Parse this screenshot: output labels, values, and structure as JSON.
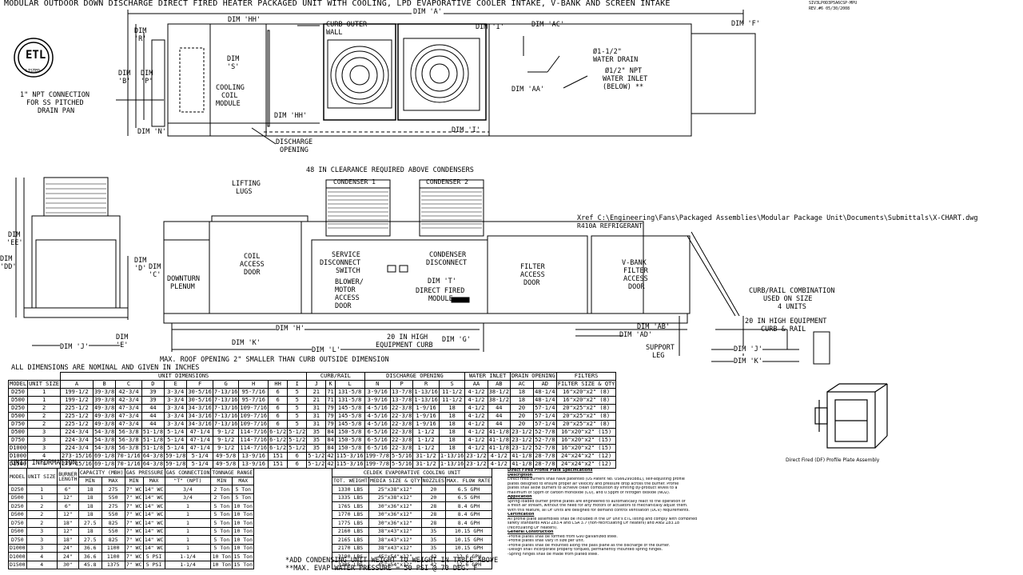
{
  "title": "MODULAR OUTDOOR DOWN DISCHARGE DIRECT FIRED HEATER PACKAGED UNIT WITH COOLING, LPD EVAPORATIVE COOLER INTAKE, V-BANK AND SCREEN INTAKE",
  "doc_code": "SIV3LP0D3P5A6CSP-MPU",
  "rev": "REV.#6 05/30/2008",
  "top_view": {
    "dim_a": "DIM 'A'",
    "dim_f": "DIM 'F'",
    "dim_hh": "DIM 'HH'",
    "curb_outer_wall": [
      "CURB OUTER",
      "WALL"
    ],
    "dim_i": "DIM 'I'",
    "dim_ac": "DIM 'AC'",
    "dim_r": [
      "DIM",
      "'R'"
    ],
    "dim_s": [
      "DIM",
      "'S'"
    ],
    "dim_b": [
      "DIM",
      "'B'"
    ],
    "dim_p": [
      "DIM",
      "'P'"
    ],
    "cooling_coil": [
      "COOLING",
      "COIL",
      "MODULE"
    ],
    "npt_connection": [
      "1\" NPT CONNECTION",
      "FOR SS PITCHED",
      "DRAIN PAN"
    ],
    "water_drain": [
      "Ø1-1/2\"",
      "WATER DRAIN"
    ],
    "water_inlet": [
      "Ø1/2\" NPT",
      "WATER INLET",
      "(BELOW) **"
    ],
    "dim_aa": "DIM 'AA'",
    "dim_n": "DIM 'N'",
    "dim_hh2": "DIM 'HH'",
    "discharge_opening": [
      "DISCHARGE",
      "OPENING"
    ],
    "dim_i2": "DIM 'I'"
  },
  "side_view": {
    "clearance": "48 IN CLEARANCE REQUIRED ABOVE CONDENSERS",
    "lifting_lugs": [
      "LIFTING",
      "LUGS"
    ],
    "condenser_1": "CONDENSER 1",
    "condenser_2": "CONDENSER 2",
    "xref": "Xref C:\\Engineering\\Fans\\Packaged Assemblies\\Modular Package Unit\\Documents\\Submittals\\X-CHART.dwg",
    "refrigerant": "R410A REFRIGERANT",
    "dim_ee": [
      "DIM",
      "'EE'"
    ],
    "dim_dd": [
      "DIM",
      "'DD'"
    ],
    "dim_d": [
      "DIM",
      "'D'"
    ],
    "dim_c": [
      "DIM",
      "'C'"
    ],
    "downturn": [
      "DOWNTURN",
      "PLENUM"
    ],
    "coil_access": [
      "COIL",
      "ACCESS",
      "DOOR"
    ],
    "service_disconnect": [
      "SERVICE",
      "DISCONNECT",
      "SWITCH"
    ],
    "condenser_disconnect": [
      "CONDENSER",
      "DISCONNECT"
    ],
    "blower_motor": [
      "BLOWER/",
      "MOTOR",
      "ACCESS",
      "DOOR"
    ],
    "dim_t": "DIM 'T'",
    "df_module": [
      "DIRECT FIRED",
      "MODULE"
    ],
    "filter_access": [
      "FILTER",
      "ACCESS",
      "DOOR"
    ],
    "vbank": [
      "V-BANK",
      "FILTER",
      "ACCESS",
      "DOOR"
    ],
    "curb_rail": [
      "CURB/RAIL COMBINATION",
      "USED ON SIZE",
      "4 UNITS"
    ],
    "dim_h": "DIM 'H'",
    "dim_ab": "DIM 'AB'",
    "dim_ad": "DIM 'AD'",
    "equip_curb": [
      "20 IN HIGH",
      "EQUIPMENT CURB"
    ],
    "dim_g": "DIM 'G'",
    "dim_j": "DIM 'J'",
    "dim_e": [
      "DIM",
      "'E'"
    ],
    "dim_k": "DIM 'K'",
    "dim_l": "DIM 'L'",
    "support_leg": [
      "SUPPORT",
      "LEG"
    ],
    "equip_rail": [
      "20 IN HIGH EQUIPMENT",
      "CURB & RAIL"
    ],
    "dim_j2": "DIM 'J'",
    "dim_k2": "DIM 'K'",
    "max_roof": "MAX. ROOF OPENING 2\" SMALLER THAN CURB OUTSIDE DIMENSION"
  },
  "nominal_note": "ALL DIMENSIONS ARE NOMINAL AND GIVEN IN INCHES",
  "dim_table": {
    "group_unit": "UNIT DIMENSIONS",
    "group_curb": "CURB/RAIL",
    "group_discharge": "DISCHARGE OPENING",
    "group_water": "WATER INLET",
    "group_drain": "DRAIN OPENING",
    "group_filters": "FILTERS",
    "headers": [
      "MODEL",
      "UNIT SIZE",
      "A",
      "B",
      "C",
      "D",
      "E",
      "F",
      "G",
      "H",
      "HH",
      "I",
      "J",
      "K",
      "L",
      "N",
      "P",
      "R",
      "S",
      "AA",
      "AB",
      "AC",
      "AD",
      "FILTER SIZE & QTY"
    ],
    "rows": [
      [
        "D250",
        "1",
        "199-1/2",
        "39-3/8",
        "42-3/4",
        "39",
        "3-3/4",
        "30-5/16",
        "7-13/16",
        "95-7/16",
        "6",
        "5",
        "21",
        "71",
        "131-5/8",
        "3-9/16",
        "13-7/8",
        "1-13/16",
        "11-1/2",
        "4-1/2",
        "38-1/2",
        "18",
        "48-1/4",
        "16\"x20\"x2\" (8)"
      ],
      [
        "D500",
        "1",
        "199-1/2",
        "39-3/8",
        "42-3/4",
        "39",
        "3-3/4",
        "30-5/16",
        "7-13/16",
        "95-7/16",
        "6",
        "5",
        "21",
        "71",
        "131-5/8",
        "3-9/16",
        "13-7/8",
        "1-13/16",
        "11-1/2",
        "4-1/2",
        "38-1/2",
        "18",
        "48-1/4",
        "16\"x20\"x2\" (8)"
      ],
      [
        "D250",
        "2",
        "225-1/2",
        "49-3/8",
        "47-3/4",
        "44",
        "3-3/4",
        "34-3/16",
        "7-13/16",
        "109-7/16",
        "6",
        "5",
        "31",
        "79",
        "145-5/8",
        "4-5/16",
        "22-3/8",
        "1-9/16",
        "18",
        "4-1/2",
        "44",
        "20",
        "57-1/4",
        "20\"x25\"x2\" (8)"
      ],
      [
        "D500",
        "2",
        "225-1/2",
        "49-3/8",
        "47-3/4",
        "44",
        "3-3/4",
        "34-3/16",
        "7-13/16",
        "109-7/16",
        "6",
        "5",
        "31",
        "79",
        "145-5/8",
        "4-5/16",
        "22-3/8",
        "1-9/16",
        "18",
        "4-1/2",
        "44",
        "20",
        "57-1/4",
        "20\"x25\"x2\" (8)"
      ],
      [
        "D750",
        "2",
        "225-1/2",
        "49-3/8",
        "47-3/4",
        "44",
        "3-3/4",
        "34-3/16",
        "7-13/16",
        "109-7/16",
        "6",
        "5",
        "31",
        "79",
        "145-5/8",
        "4-5/16",
        "22-3/8",
        "1-9/16",
        "18",
        "4-1/2",
        "44",
        "20",
        "57-1/4",
        "20\"x25\"x2\" (8)"
      ],
      [
        "D500",
        "3",
        "224-3/4",
        "54-3/8",
        "56-3/8",
        "51-1/8",
        "5-1/4",
        "47-1/4",
        "9-1/2",
        "114-7/16",
        "6-1/2",
        "5-1/2",
        "35",
        "84",
        "150-5/8",
        "6-5/16",
        "22-3/8",
        "1-1/2",
        "18",
        "4-1/2",
        "41-1/8",
        "23-1/2",
        "52-7/8",
        "16\"x20\"x2\" (15)"
      ],
      [
        "D750",
        "3",
        "224-3/4",
        "54-3/8",
        "56-3/8",
        "51-1/8",
        "5-1/4",
        "47-1/4",
        "9-1/2",
        "114-7/16",
        "6-1/2",
        "5-1/2",
        "35",
        "84",
        "150-5/8",
        "6-5/16",
        "22-3/8",
        "1-1/2",
        "18",
        "4-1/2",
        "41-1/8",
        "23-1/2",
        "52-7/8",
        "16\"x20\"x2\" (15)"
      ],
      [
        "D1000",
        "3",
        "224-3/4",
        "54-3/8",
        "56-3/8",
        "51-1/8",
        "5-1/4",
        "47-1/4",
        "9-1/2",
        "114-7/16",
        "6-1/2",
        "5-1/2",
        "35",
        "84",
        "150-5/8",
        "6-5/16",
        "22-3/8",
        "1-1/2",
        "18",
        "4-1/2",
        "41-1/8",
        "23-1/2",
        "52-7/8",
        "16\"x20\"x2\" (15)"
      ],
      [
        "D1000",
        "4",
        "273-15/16",
        "69-1/8",
        "70-1/16",
        "64-3/8",
        "59-1/8",
        "5-1/4",
        "49-5/8",
        "13-9/16",
        "151",
        "6",
        "5-1/2",
        "42",
        "115-3/16",
        "199-7/8",
        "5-5/16",
        "31-1/2",
        "1-13/16",
        "23-1/2",
        "4-1/2",
        "41-1/8",
        "28-7/8",
        "24\"x24\"x2\" (12)"
      ],
      [
        "D1500",
        "4",
        "273-15/16",
        "69-1/8",
        "70-1/16",
        "64-3/8",
        "59-1/8",
        "5-1/4",
        "49-5/8",
        "13-9/16",
        "151",
        "6",
        "5-1/2",
        "42",
        "115-3/16",
        "199-7/8",
        "5-5/16",
        "31-1/2",
        "1-13/16",
        "23-1/2",
        "4-1/2",
        "41-1/8",
        "28-7/8",
        "24\"x24\"x2\" (12)"
      ]
    ]
  },
  "unit_info": {
    "title": "UNIT INFORMATION",
    "headers": [
      "MODEL",
      "UNIT SIZE",
      "BURNER LENGTH",
      "CAPACITY (MBH)",
      "GAS PRESSURE",
      "GAS CONNECTION",
      "TONNAGE RANGE"
    ],
    "sub": [
      "MIN",
      "MAX",
      "MIN",
      "MAX",
      "\"T\" (NPT)",
      "MIN",
      "MAX"
    ],
    "rows": [
      [
        "D250",
        "1",
        "6\"",
        "18",
        "275",
        "7\" WC",
        "14\" WC",
        "3/4",
        "2 Ton",
        "5 Ton"
      ],
      [
        "D500",
        "1",
        "12\"",
        "18",
        "550",
        "7\" WC",
        "14\" WC",
        "3/4",
        "2 Ton",
        "5 Ton"
      ],
      [
        "D250",
        "2",
        "6\"",
        "18",
        "275",
        "7\" WC",
        "14\" WC",
        "1",
        "5 Ton",
        "10 Ton"
      ],
      [
        "D500",
        "2",
        "12\"",
        "18",
        "550",
        "7\" WC",
        "14\" WC",
        "1",
        "5 Ton",
        "10 Ton"
      ],
      [
        "D750",
        "2",
        "18\"",
        "27.5",
        "825",
        "7\" WC",
        "14\" WC",
        "1",
        "5 Ton",
        "10 Ton"
      ],
      [
        "D500",
        "3",
        "12\"",
        "18",
        "550",
        "7\" WC",
        "14\" WC",
        "1",
        "5 Ton",
        "10 Ton"
      ],
      [
        "D750",
        "3",
        "18\"",
        "27.5",
        "825",
        "7\" WC",
        "14\" WC",
        "1",
        "5 Ton",
        "10 Ton"
      ],
      [
        "D1000",
        "3",
        "24\"",
        "36.6",
        "1100",
        "7\" WC",
        "14\" WC",
        "1",
        "5 Ton",
        "10 Ton"
      ],
      [
        "D1000",
        "4",
        "24\"",
        "36.6",
        "1100",
        "7\" WC",
        "5 PSI",
        "1-1/4",
        "10 Ton",
        "15 Ton"
      ],
      [
        "D1500",
        "4",
        "30\"",
        "45.8",
        "1375",
        "7\" WC",
        "5 PSI",
        "1-1/4",
        "10 Ton",
        "15 Ton"
      ]
    ]
  },
  "celdek": {
    "title": "CELDEK EVAPORATIVE COOLING UNIT",
    "headers": [
      "TOT. WEIGHT",
      "MEDIA SIZE & QTY",
      "NOZZLES",
      "MAX. FLOW RATE"
    ],
    "rows": [
      [
        "1330 LBS",
        "25\"x38\"x12\"",
        "20",
        "6.5 GPH"
      ],
      [
        "1335 LBS",
        "25\"x38\"x12\"",
        "20",
        "6.5 GPH"
      ],
      [
        "1765 LBS",
        "30\"x36\"x12\"",
        "28",
        "8.4 GPH"
      ],
      [
        "1770 LBS",
        "30\"x36\"x12\"",
        "28",
        "8.4 GPH"
      ],
      [
        "1775 LBS",
        "30\"x36\"x12\"",
        "28",
        "8.4 GPH"
      ],
      [
        "2160 LBS",
        "38\"x43\"x12\"",
        "35",
        "10.15 GPH"
      ],
      [
        "2165 LBS",
        "38\"x43\"x12\"",
        "35",
        "10.15 GPH"
      ],
      [
        "2170 LBS",
        "38\"x43\"x12\"",
        "35",
        "10.15 GPH"
      ],
      [
        "3190 LBS",
        "45\"x54\"x12\"",
        "42",
        "12.6 GPH"
      ],
      [
        "3205 LBS",
        "45\"x54\"x12\"",
        "42",
        "12.6 GPH"
      ]
    ]
  },
  "notes": [
    "*ADD CONDENSING UNIT WEIGHT TO WEIGHT IN TABLE ABOVE",
    "**MAX. EVAP WATER PRESSURE = 50 PSI @ 70 DEG. F"
  ],
  "spec": {
    "title": "Direct Fired Profile Plate Specifications",
    "desc_h": "Description",
    "desc": [
      "Direct fired burners shall have patented (US Patent No. US6629938B1), self-adjusting profile",
      "plates designed to ensure proper air velocity and pressure drop across the burner. Profile",
      "plates shall allow burners to achieve clean combustion by limiting by-product levels to a",
      "maximum of 5ppm of carbon monoxide (CO), and 0.5ppm of nitrogen dioxide (NO2)."
    ],
    "app_h": "Application",
    "app": [
      "Spring-loaded burner profile plates are engineered to automatically react to the operation of",
      "a fresh air stream, without the need for any motors or actuators to mechanically adjust them.",
      "With this feature, all DF units are designed for demand control ventilation (DCV) requirements."
    ],
    "cert_h": "Certification",
    "cert": [
      "All profile plate assemblies shall be included in the DF unit's ETL listing and comply with combined",
      "safety standards ANSI Z83.4 and CSA 3.7 (non-recirculating DF heaters) and ANSI Z83.18",
      "(recirculating DF heaters)."
    ],
    "gen_h": "General Construction",
    "gen": [
      "-Profile plates shall be formed from G90 galvanized steel.",
      "-Profile plates shall vary in size per unit.",
      "-Profile plates shall be mounted along the pass plane as the discharge of the burner.",
      "-Design shall incorporate properly torqued, permanently mounted spring hinges.",
      "-Spring hinges shall be made from plated steel."
    ]
  },
  "assembly_caption": "Direct Fired (DF) Profile Plate Assembly"
}
